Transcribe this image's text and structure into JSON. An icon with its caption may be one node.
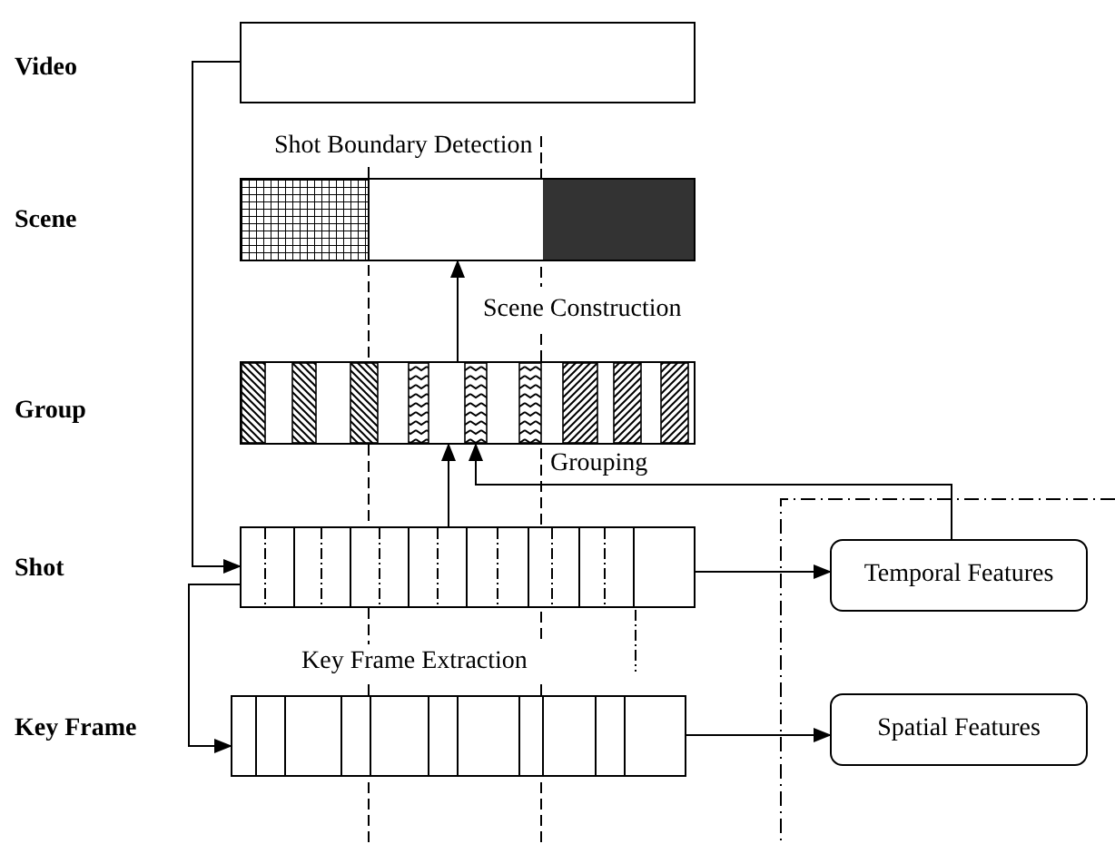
{
  "diagram": {
    "nodes": [
      {
        "text": [],
        "shape": "bar"
      },
      {
        "text": [],
        "shape": "bar"
      },
      {
        "text": [],
        "shape": "bar"
      },
      {
        "text": [],
        "shape": "bar"
      },
      {
        "text": [
          "Temporal Features"
        ]
      },
      {
        "text": [],
        "shape": "bar"
      },
      {
        "text": [
          "Spatial Features"
        ]
      }
    ],
    "edges": [
      {
        "from": 0,
        "to": 3,
        "arrow": "to"
      },
      {
        "from": 2,
        "to": 1,
        "arrow": "to",
        "label": "Scene Construction"
      },
      {
        "from": 3,
        "to": 2,
        "arrow": "to"
      },
      {
        "from": 4,
        "to": 2,
        "arrow": "to",
        "label": "Grouping"
      },
      {
        "from": 3,
        "to": 4,
        "arrow": "to"
      },
      {
        "from": 3,
        "to": 5,
        "arrow": "to"
      },
      {
        "from": 5,
        "to": 6,
        "arrow": "to"
      }
    ],
    "labels": [
      "Video",
      "Shot Boundary Detection",
      "Scene",
      "Group",
      "Shot",
      "Key Frame Extraction",
      "Key Frame"
    ]
  }
}
